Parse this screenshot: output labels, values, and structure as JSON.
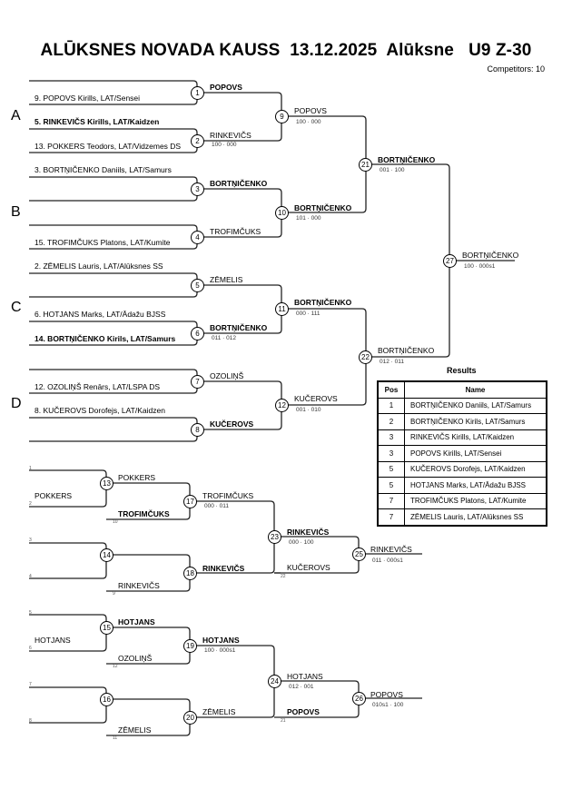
{
  "header": {
    "title": "ALŪKSNES NOVADA KAUSS  13.12.2025  Alūksne   U9 Z-30",
    "competitors": "Competitors: 10"
  },
  "pools": [
    "A",
    "B",
    "C",
    "D"
  ],
  "entries": [
    {
      "seed_name": "9. POPOVS Kirills, LAT/Sensei",
      "bold": false
    },
    {
      "seed_name": "5. RINKEVIČS Kirills, LAT/Kaidzen",
      "bold": true
    },
    {
      "seed_name": "13. POKKERS Teodors, LAT/Vidzemes DS",
      "bold": false
    },
    {
      "seed_name": "3. BORTŅIČENKO Daniils, LAT/Samurs",
      "bold": false
    },
    {
      "seed_name": "15. TROFIMČUKS Platons, LAT/Kumite",
      "bold": false
    },
    {
      "seed_name": "2. ZĒMELIS Lauris, LAT/Alūksnes SS",
      "bold": false
    },
    {
      "seed_name": "6. HOTJANS Marks, LAT/Ādažu BJSS",
      "bold": false
    },
    {
      "seed_name": "14. BORTŅIČENKO Kirils, LAT/Samurs",
      "bold": true
    },
    {
      "seed_name": "12. OZOLIŅŠ Renārs, LAT/LSPA DS",
      "bold": false
    },
    {
      "seed_name": "8. KUČEROVS Dorofejs, LAT/Kaidzen",
      "bold": false
    }
  ],
  "matches": {
    "m1": {
      "num": "1",
      "winner": "POPOVS",
      "score": ""
    },
    "m2": {
      "num": "2",
      "winner": "RINKEVIČS",
      "score": "100 · 000"
    },
    "m3": {
      "num": "3",
      "winner": "BORTŅIČENKO",
      "score": ""
    },
    "m4": {
      "num": "4",
      "winner": "TROFIMČUKS",
      "score": ""
    },
    "m5": {
      "num": "5",
      "winner": "ZĒMELIS",
      "score": ""
    },
    "m6": {
      "num": "6",
      "winner": "BORTŅIČENKO",
      "score": "011 · 012"
    },
    "m7": {
      "num": "7",
      "winner": "OZOLIŅŠ",
      "score": ""
    },
    "m8": {
      "num": "8",
      "winner": "KUČEROVS",
      "score": ""
    },
    "m9": {
      "num": "9",
      "winner": "POPOVS",
      "score": "100 · 000"
    },
    "m10": {
      "num": "10",
      "winner": "BORTŅIČENKO",
      "score": "101 · 000"
    },
    "m11": {
      "num": "11",
      "winner": "BORTŅIČENKO",
      "score": "000 · 111"
    },
    "m12": {
      "num": "12",
      "winner": "KUČEROVS",
      "score": "001 · 010"
    },
    "m21": {
      "num": "21",
      "winner": "BORTŅIČENKO",
      "score": "001 · 100"
    },
    "m22": {
      "num": "22",
      "winner": "BORTŅIČENKO",
      "score": "012 · 011"
    },
    "m27": {
      "num": "27",
      "winner": "BORTŅIČENKO",
      "score": "100 · 000s1"
    },
    "m13": {
      "num": "13",
      "winner": "POKKERS",
      "score": ""
    },
    "m14": {
      "num": "14",
      "winner": "",
      "score": ""
    },
    "m15": {
      "num": "15",
      "winner": "HOTJANS",
      "score": ""
    },
    "m16": {
      "num": "16",
      "winner": "",
      "score": ""
    },
    "m17": {
      "num": "17",
      "winner": "TROFIMČUKS",
      "score": "000 · 011"
    },
    "m18": {
      "num": "18",
      "winner": "RINKEVIČS",
      "score": ""
    },
    "m19": {
      "num": "19",
      "winner": "HOTJANS",
      "score": "100 · 000s1"
    },
    "m20": {
      "num": "20",
      "winner": "ZĒMELIS",
      "score": ""
    },
    "m23": {
      "num": "23",
      "winner": "RINKEVIČS",
      "score": "000 · 100"
    },
    "m24": {
      "num": "24",
      "winner": "HOTJANS",
      "score": "012 · 001"
    },
    "m25": {
      "num": "25",
      "winner": "RINKEVIČS",
      "score": "011 · 000s1"
    },
    "m26": {
      "num": "26",
      "winner": "POPOVS",
      "score": "010s1 · 100"
    }
  },
  "repechage": {
    "r13b": "POKKERS",
    "r17b": "TROFIMČUKS",
    "r18b": "RINKEVIČS",
    "r23b": "KUČEROVS",
    "r15b": "HOTJANS",
    "r19b": "OZOLIŅŠ",
    "r20b": "ZĒMELIS",
    "r24b": "POPOVS",
    "seeds": {
      "s1": "1",
      "s2": "2",
      "s10": "10",
      "s3": "3",
      "s4": "4",
      "s9": "9",
      "s22": "22",
      "s5": "5",
      "s6": "6",
      "s12": "12",
      "s7": "7",
      "s8": "8",
      "s11": "11",
      "s21": "21"
    }
  },
  "results": {
    "title": "Results",
    "headers": {
      "pos": "Pos",
      "name": "Name"
    },
    "rows": [
      {
        "pos": "1",
        "name": "BORTŅIČENKO Daniils, LAT/Samurs"
      },
      {
        "pos": "2",
        "name": "BORTŅIČENKO Kirils, LAT/Samurs"
      },
      {
        "pos": "3",
        "name": "RINKEVIČS Kirills, LAT/Kaidzen"
      },
      {
        "pos": "3",
        "name": "POPOVS Kirills, LAT/Sensei"
      },
      {
        "pos": "5",
        "name": "KUČEROVS Dorofejs, LAT/Kaidzen"
      },
      {
        "pos": "5",
        "name": "HOTJANS Marks, LAT/Ādažu BJSS"
      },
      {
        "pos": "7",
        "name": "TROFIMČUKS Platons, LAT/Kumite"
      },
      {
        "pos": "7",
        "name": "ZĒMELIS Lauris, LAT/Alūksnes SS"
      }
    ]
  }
}
